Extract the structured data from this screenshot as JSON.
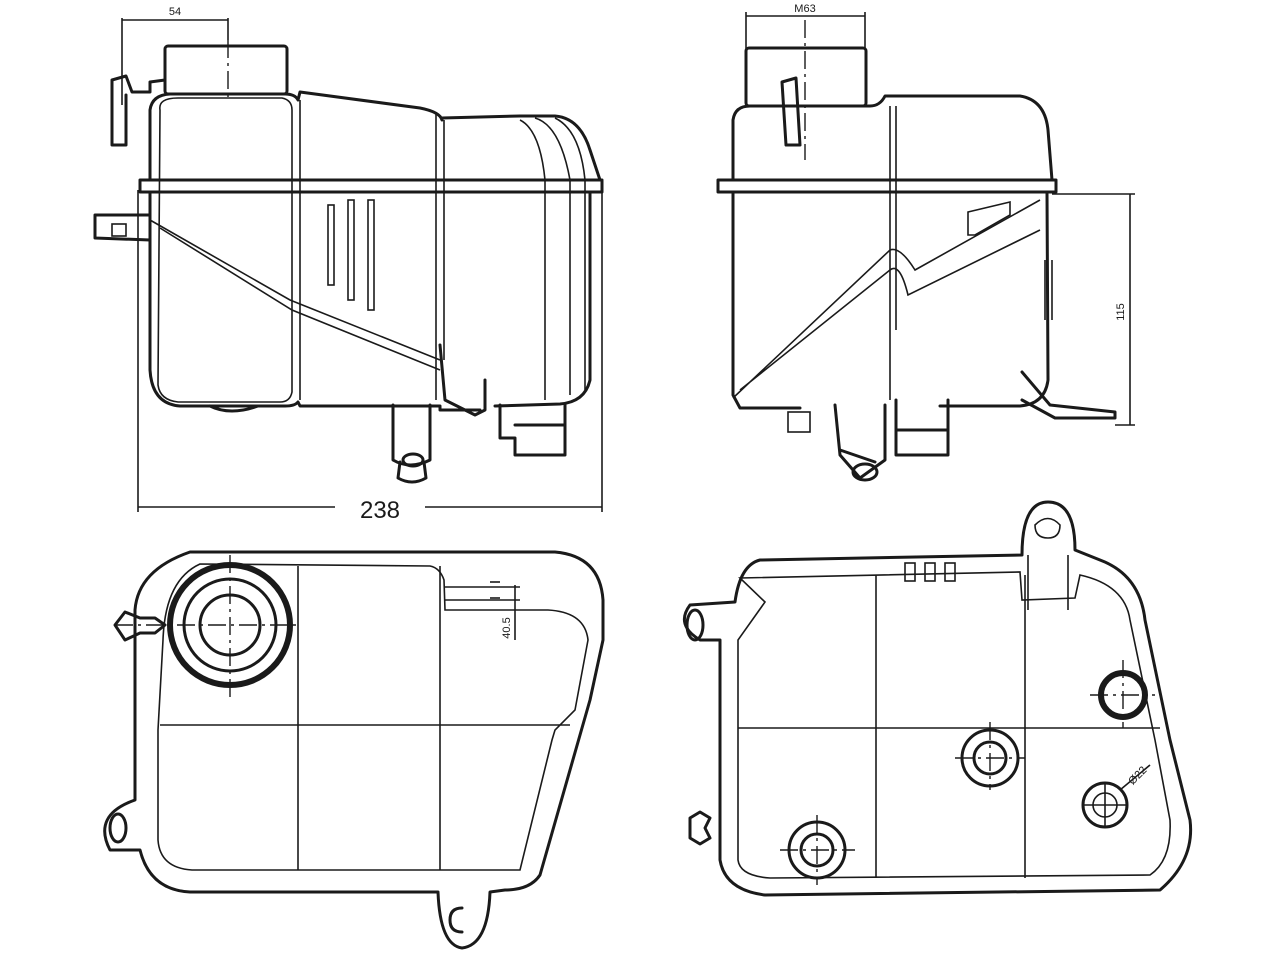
{
  "dimensions": {
    "top_left_width": "54",
    "front_cap": "M63",
    "overall_width": "238",
    "height": "115",
    "bottom_offset": "40.5",
    "thread": "Ø22"
  }
}
